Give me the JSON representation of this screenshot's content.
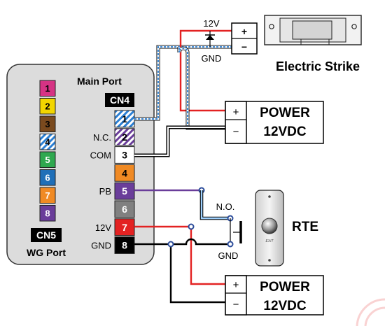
{
  "controller": {
    "main_port": "Main Port",
    "cn4": "CN4",
    "cn5": "CN5",
    "wg_port": "WG Port",
    "wg_pins": [
      {
        "num": "1",
        "color": "#d63384",
        "text_color": "#000000"
      },
      {
        "num": "2",
        "color": "#f2d600",
        "text_color": "#000000"
      },
      {
        "num": "3",
        "color": "#7a4a1e",
        "text_color": "#000000"
      },
      {
        "num": "4",
        "color": "striped-blue",
        "text_color": "#000000"
      },
      {
        "num": "5",
        "color": "#2fa84f",
        "text_color": "#ffffff"
      },
      {
        "num": "6",
        "color": "#1f6fb8",
        "text_color": "#ffffff"
      },
      {
        "num": "7",
        "color": "#f08a24",
        "text_color": "#ffffff"
      },
      {
        "num": "8",
        "color": "#6a3d9a",
        "text_color": "#ffffff"
      }
    ],
    "main_pins": [
      {
        "num": "1",
        "label": "",
        "color": "striped-blue",
        "text_color": "#000000"
      },
      {
        "num": "2",
        "label": "N.C.",
        "color": "striped-purple",
        "text_color": "#000000"
      },
      {
        "num": "3",
        "label": "COM",
        "color": "#ffffff",
        "text_color": "#000000"
      },
      {
        "num": "4",
        "label": "",
        "color": "#f08a24",
        "text_color": "#000000"
      },
      {
        "num": "5",
        "label": "PB",
        "color": "#6a3d9a",
        "text_color": "#ffffff"
      },
      {
        "num": "6",
        "label": "",
        "color": "#808080",
        "text_color": "#ffffff"
      },
      {
        "num": "7",
        "label": "12V",
        "color": "#e32222",
        "text_color": "#ffffff"
      },
      {
        "num": "8",
        "label": "GND",
        "color": "#000000",
        "text_color": "#ffffff"
      }
    ]
  },
  "strike": {
    "v12": "12V",
    "gnd": "GND",
    "plus": "+",
    "minus": "−",
    "label": "Electric Strike"
  },
  "power_top": {
    "plus": "+",
    "minus": "−",
    "line1": "POWER",
    "line2": "12VDC"
  },
  "power_bottom": {
    "plus": "+",
    "minus": "−",
    "line1": "POWER",
    "line2": "12VDC"
  },
  "rte": {
    "no_label": "N.O.",
    "gnd_label": "GND",
    "label": "RTE",
    "button_text": "EXIT"
  },
  "colors": {
    "wire_red": "#e32222",
    "wire_black": "#000000",
    "wire_blue": "#2a7fd4",
    "wire_purple": "#6a3d9a",
    "panel": "#dcdcdc"
  }
}
